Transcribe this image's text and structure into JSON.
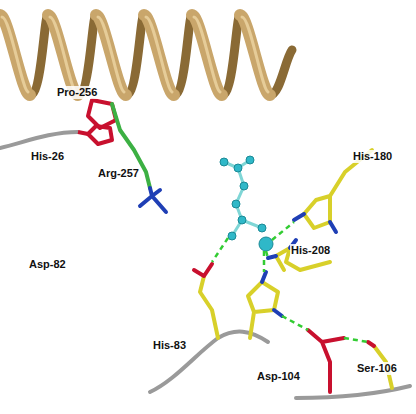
{
  "diagram": {
    "labels": [
      "Pro-256",
      "His-26",
      "Arg-257",
      "His-180",
      "His-208",
      "Asp-82",
      "His-83",
      "Asp-104",
      "Ser-106"
    ]
  }
}
